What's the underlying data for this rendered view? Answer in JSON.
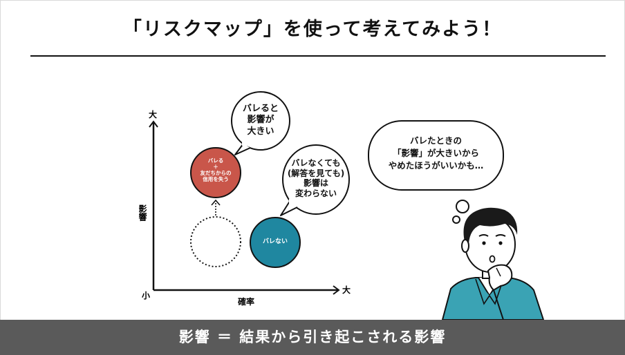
{
  "title": "「リスクマップ」を使って考えてみよう！",
  "axes": {
    "y_label": "影響",
    "y_high": "大",
    "origin": "小",
    "x_label": "確率",
    "x_high": "大"
  },
  "circles": {
    "red": {
      "line1": "バレる",
      "line2": "＋",
      "line3": "友だちからの",
      "line4": "信用を失う"
    },
    "blue": {
      "label": "バレない"
    }
  },
  "bubbles": {
    "top": [
      "バレると",
      "影響が",
      "大きい"
    ],
    "right": [
      "バレなくても",
      "(解答を見ても)",
      "影響は",
      "変わらない"
    ],
    "thought": [
      "バレたときの",
      "「影響」が大きいから",
      "やめたほうがいいかも…"
    ]
  },
  "footer": "影響 ＝ 結果から引き起こされる影響",
  "colors": {
    "red_circle": "#c9564a",
    "blue_circle": "#1f87a0",
    "shirt": "#3aa3b4",
    "footer_bg": "#5a5a5a"
  }
}
